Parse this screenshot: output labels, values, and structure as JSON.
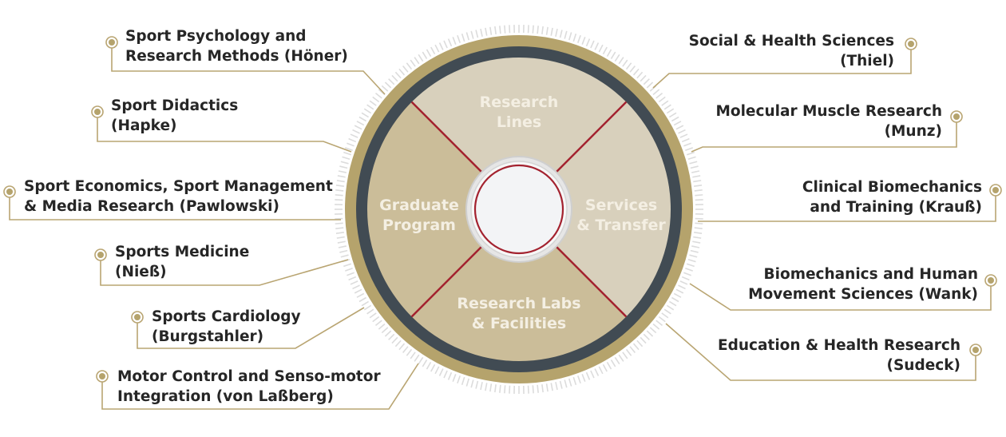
{
  "colors": {
    "gold": "#b5a36c",
    "dark_ring": "#414b53",
    "segment_light": "#d8d0bc",
    "segment_mid": "#cbbd99",
    "divider": "#a3222f",
    "text": "#262626"
  },
  "segments": [
    {
      "id": "top",
      "lines": [
        "Research",
        "Lines"
      ]
    },
    {
      "id": "left",
      "lines": [
        "Graduate",
        "Program"
      ]
    },
    {
      "id": "right",
      "lines": [
        "Services",
        "& Transfer"
      ]
    },
    {
      "id": "bottom",
      "lines": [
        "Research Labs",
        "& Facilities"
      ]
    }
  ],
  "left_labels": [
    {
      "lines": [
        "Sport Psychology and",
        "Research Methods (Höner)"
      ]
    },
    {
      "lines": [
        "Sport Didactics",
        "(Hapke)"
      ]
    },
    {
      "lines": [
        "Sport Economics, Sport Management",
        "& Media Research  (Pawlowski)"
      ]
    },
    {
      "lines": [
        "Sports Medicine",
        "(Nieß)"
      ]
    },
    {
      "lines": [
        "Sports Cardiology",
        "(Burgstahler)"
      ]
    },
    {
      "lines": [
        "Motor Control and Senso-motor",
        "Integration (von Laßberg)"
      ]
    }
  ],
  "right_labels": [
    {
      "lines": [
        "Social & Health Sciences",
        "(Thiel)"
      ]
    },
    {
      "lines": [
        "Molecular Muscle Research",
        "(Munz)"
      ]
    },
    {
      "lines": [
        "Clinical Biomechanics",
        "and Training (Krauß)"
      ]
    },
    {
      "lines": [
        "Biomechanics and Human",
        "Movement Sciences (Wank)"
      ]
    },
    {
      "lines": [
        "Education & Health Research",
        "(Sudeck)"
      ]
    }
  ]
}
